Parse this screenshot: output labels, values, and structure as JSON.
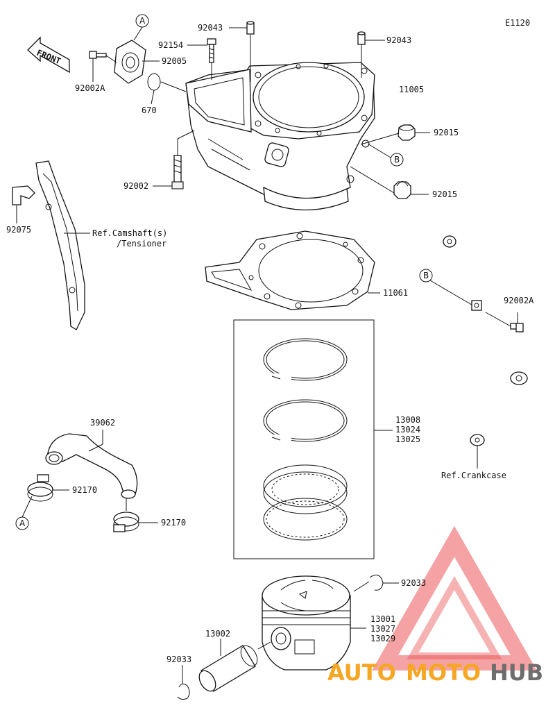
{
  "diagram_code": "E1120",
  "front_label": "FRONT",
  "callouts": {
    "A": "A",
    "B": "B"
  },
  "parts": {
    "p92043_left": "92043",
    "p92043_right": "92043",
    "p92154": "92154",
    "p92005": "92005",
    "p92002A_left": "92002A",
    "p670": "670",
    "p11005": "11005",
    "p92015_upper": "92015",
    "p92015_lower": "92015",
    "p92002": "92002",
    "p92075": "92075",
    "ref_camshaft_line1": "Ref.Camshaft(s)",
    "ref_camshaft_line2": "/Tensioner",
    "p11061": "11061",
    "p92002A_right": "92002A",
    "rings_1": "13008",
    "rings_2": "13024",
    "rings_3": "13025",
    "ref_crankcase": "Ref.Crankcase",
    "p39062": "39062",
    "p92170_left": "92170",
    "p92170_right": "92170",
    "p92033_upper": "92033",
    "piston_1": "13001",
    "piston_2": "13027",
    "piston_3": "13029",
    "p13002": "13002",
    "p92033_lower": "92033"
  },
  "watermark": {
    "brand_part1": "AUTO",
    "brand_part2": "MOTO",
    "brand_part3": "HUB",
    "color_orange": "#f5a623",
    "color_gray": "#6d6d6d",
    "color_red": "#e8393a"
  }
}
